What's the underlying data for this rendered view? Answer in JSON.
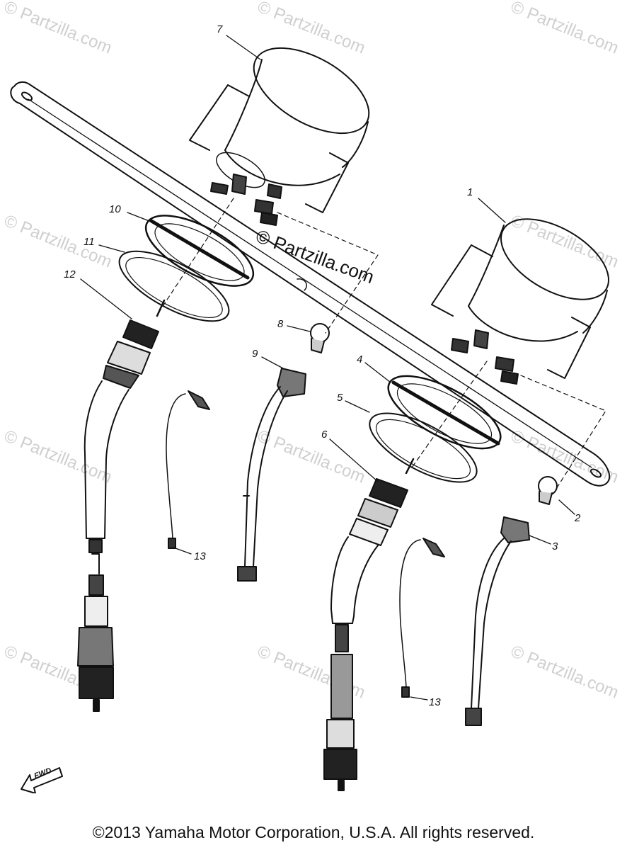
{
  "watermark": "© Partzilla.com",
  "center_mark": "© Partzilla.com",
  "fwd_label": "FWD",
  "copyright": "©2013 Yamaha Motor Corporation, U.S.A. All rights reserved.",
  "callouts": {
    "c1": "1",
    "c2": "2",
    "c3": "3",
    "c4": "4",
    "c5": "5",
    "c6": "6",
    "c7": "7",
    "c8": "8",
    "c9": "9",
    "c10": "10",
    "c11": "11",
    "c12": "12",
    "c13a": "13",
    "c13b": "13"
  }
}
